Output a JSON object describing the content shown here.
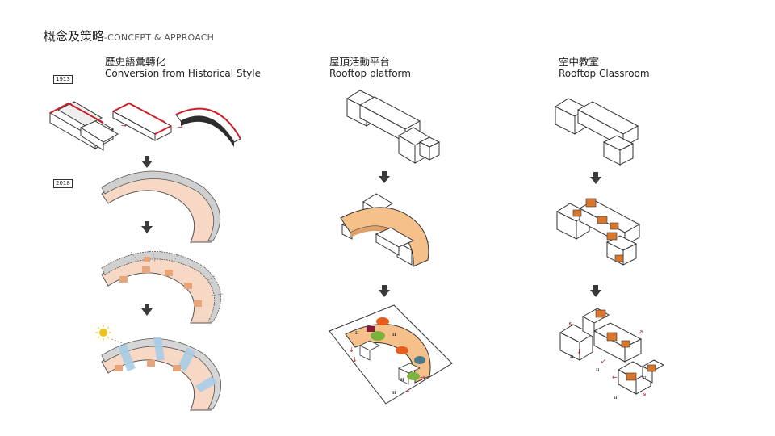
{
  "header": {
    "title_zh": "概念及策略",
    "title_en": "-CONCEPT & APPROACH"
  },
  "columns": [
    {
      "title_zh": "歷史語彙轉化",
      "title_en": "Conversion from Historical Style"
    },
    {
      "title_zh": "屋頂活動平台",
      "title_en": "Rooftop platform"
    },
    {
      "title_zh": "空中教室",
      "title_en": "Rooftop Classroom"
    }
  ],
  "year_tags": [
    "1913",
    "2018"
  ],
  "colors": {
    "outline": "#333333",
    "red_accent": "#c8202a",
    "peach": "#f7d8c4",
    "deck_orange": "#f5c08a",
    "box_orange": "#d9772f",
    "gray_band": "#c9c9c9",
    "blue_band": "#a8cde8",
    "arrow": "#3a3a3a",
    "sun": "#f2c21b"
  }
}
